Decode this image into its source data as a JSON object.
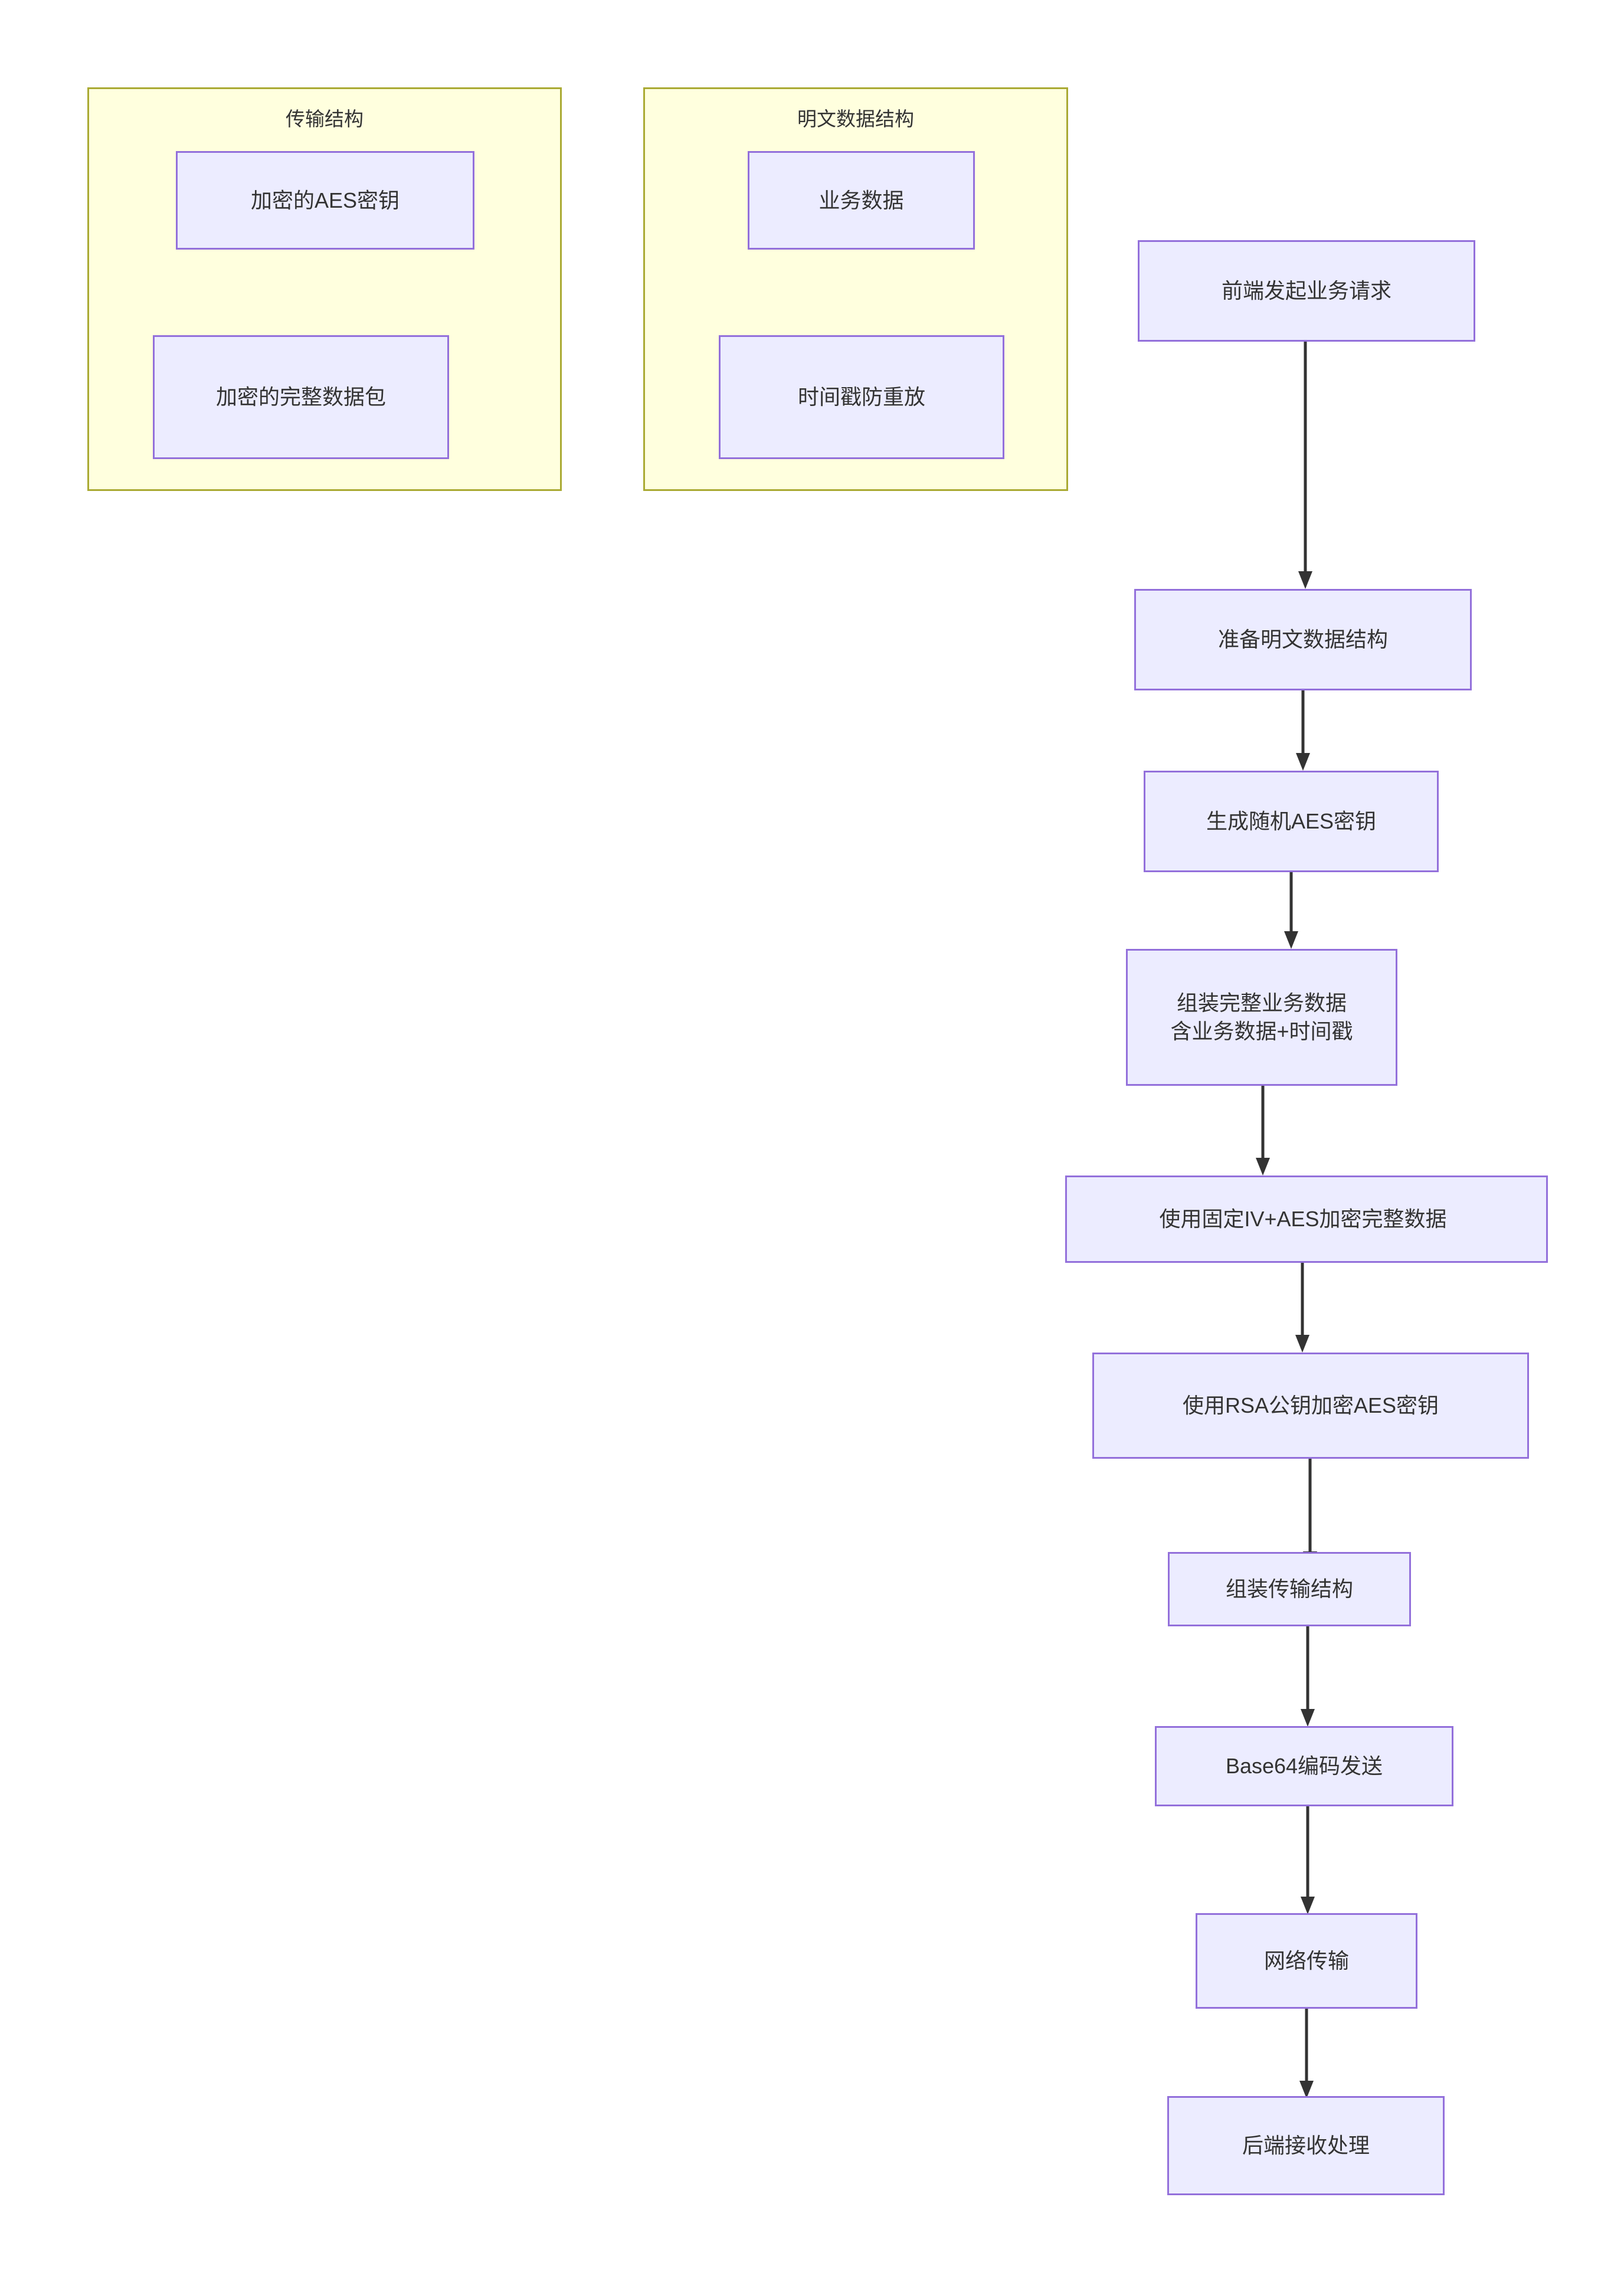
{
  "diagram": {
    "type": "flowchart",
    "direction": "top-to-bottom",
    "background": "#ffffff",
    "palette": {
      "subgraph_fill": "#ffffde",
      "subgraph_border": "#aaaa33",
      "node_fill": "#ececff",
      "node_border": "#9370db",
      "text": "#333333",
      "edge": "#333333"
    },
    "subgraphs": [
      {
        "id": "transmission-structure",
        "title": "传输结构",
        "nodes": [
          {
            "id": "encrypted-aes-key",
            "label": "加密的AES密钥"
          },
          {
            "id": "encrypted-full-packet",
            "label": "加密的完整数据包"
          }
        ]
      },
      {
        "id": "plaintext-data-structure",
        "title": "明文数据结构",
        "nodes": [
          {
            "id": "business-data",
            "label": "业务数据"
          },
          {
            "id": "timestamp-anti-replay",
            "label": "时间戳防重放"
          }
        ]
      }
    ],
    "flow": {
      "nodes": [
        {
          "id": "frontend-request",
          "label": "前端发起业务请求",
          "lines": [
            "前端发起业务请求"
          ]
        },
        {
          "id": "prepare-plaintext",
          "label": "准备明文数据结构",
          "lines": [
            "准备明文数据结构"
          ]
        },
        {
          "id": "generate-aes-key",
          "label": "生成随机AES密钥",
          "lines": [
            "生成随机AES密钥"
          ]
        },
        {
          "id": "assemble-business-data",
          "label": "组装完整业务数据 含业务数据+时间戳",
          "lines": [
            "组装完整业务数据",
            "含业务数据+时间戳"
          ]
        },
        {
          "id": "aes-encrypt-full",
          "label": "使用固定IV+AES加密完整数据",
          "lines": [
            "使用固定IV+AES加密完整数据"
          ]
        },
        {
          "id": "rsa-encrypt-key",
          "label": "使用RSA公钥加密AES密钥",
          "lines": [
            "使用RSA公钥加密AES密钥"
          ]
        },
        {
          "id": "assemble-transmission",
          "label": "组装传输结构",
          "lines": [
            "组装传输结构"
          ]
        },
        {
          "id": "base64-send",
          "label": "Base64编码发送",
          "lines": [
            "Base64编码发送"
          ]
        },
        {
          "id": "network-transfer",
          "label": "网络传输",
          "lines": [
            "网络传输"
          ]
        },
        {
          "id": "backend-receive",
          "label": "后端接收处理",
          "lines": [
            "后端接收处理"
          ]
        }
      ],
      "edges": [
        {
          "from": "frontend-request",
          "to": "prepare-plaintext"
        },
        {
          "from": "prepare-plaintext",
          "to": "generate-aes-key"
        },
        {
          "from": "generate-aes-key",
          "to": "assemble-business-data"
        },
        {
          "from": "assemble-business-data",
          "to": "aes-encrypt-full"
        },
        {
          "from": "aes-encrypt-full",
          "to": "rsa-encrypt-key"
        },
        {
          "from": "rsa-encrypt-key",
          "to": "assemble-transmission"
        },
        {
          "from": "assemble-transmission",
          "to": "base64-send"
        },
        {
          "from": "base64-send",
          "to": "network-transfer"
        },
        {
          "from": "network-transfer",
          "to": "backend-receive"
        }
      ]
    }
  }
}
